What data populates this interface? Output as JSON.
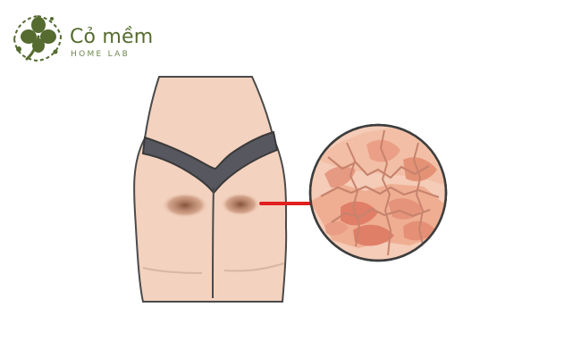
{
  "brand": {
    "name": "Cỏ mềm",
    "tagline": "HOME LAB",
    "logo_icon": "clover-leaf-icon",
    "brand_color": "#556b2f"
  },
  "illustration": {
    "figure": "buttocks-with-dark-patches",
    "arrow_icon": "right-arrow-icon",
    "zoom": "cracked-dry-skin-closeup",
    "colors": {
      "skin": "#f3d2bf",
      "dark_patch": "#8f5a3b",
      "underwear": "#4f4f55",
      "arrow": "#e11f1f",
      "cracked_skin": "#e89a7d"
    }
  }
}
